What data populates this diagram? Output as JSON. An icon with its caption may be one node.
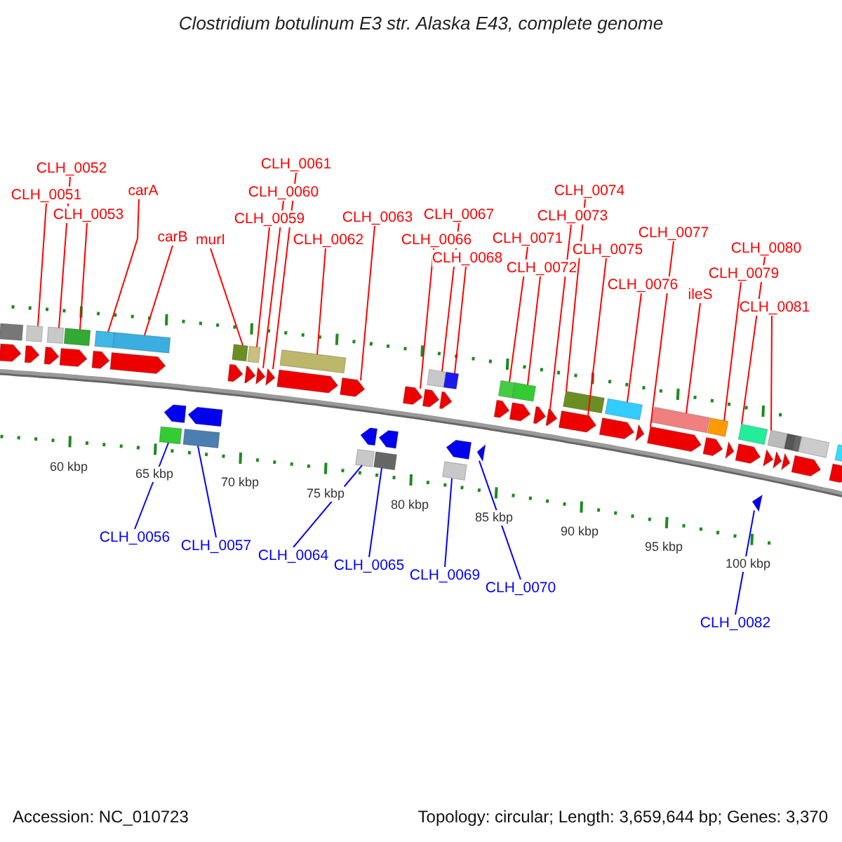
{
  "diagram": {
    "title": "Clostridium botulinum E3 str. Alaska E43, complete genome",
    "nodes": [
      {
        "text": [
          "CLH_0051"
        ]
      },
      {
        "text": [
          "CLH_0052"
        ]
      },
      {
        "text": [
          "CLH_0053"
        ]
      },
      {
        "text": [
          "carA"
        ]
      },
      {
        "text": [
          "carB"
        ]
      },
      {
        "text": [
          "murI"
        ]
      },
      {
        "text": [
          "CLH_0059"
        ]
      },
      {
        "text": [
          "CLH_0060"
        ]
      },
      {
        "text": [
          "CLH_0061"
        ]
      },
      {
        "text": [
          "CLH_0062"
        ]
      },
      {
        "text": [
          "CLH_0063"
        ]
      },
      {
        "text": [
          "CLH_0066"
        ]
      },
      {
        "text": [
          "CLH_0067"
        ]
      },
      {
        "text": [
          "CLH_0068"
        ]
      },
      {
        "text": [
          "CLH_0071"
        ]
      },
      {
        "text": [
          "CLH_0072"
        ]
      },
      {
        "text": [
          "CLH_0073"
        ]
      },
      {
        "text": [
          "CLH_0074"
        ]
      },
      {
        "text": [
          "CLH_0075"
        ]
      },
      {
        "text": [
          "CLH_0076"
        ]
      },
      {
        "text": [
          "CLH_0077"
        ]
      },
      {
        "text": [
          "ileS"
        ]
      },
      {
        "text": [
          "CLH_0079"
        ]
      },
      {
        "text": [
          "CLH_0080"
        ]
      },
      {
        "text": [
          "CLH_0081"
        ]
      },
      {
        "text": [
          "CLH_0056"
        ]
      },
      {
        "text": [
          "CLH_0057"
        ]
      },
      {
        "text": [
          "CLH_0064"
        ]
      },
      {
        "text": [
          "CLH_0065"
        ]
      },
      {
        "text": [
          "CLH_0069"
        ]
      },
      {
        "text": [
          "CLH_0070"
        ]
      },
      {
        "text": [
          "CLH_0082"
        ]
      },
      {
        "text": [],
        "shape": "arrow"
      },
      {
        "text": [],
        "shape": "box"
      },
      {
        "text": [],
        "shape": "arrow"
      },
      {
        "text": [],
        "shape": "box"
      },
      {
        "text": [],
        "shape": "arrow"
      },
      {
        "text": [],
        "shape": "box"
      },
      {
        "text": [],
        "shape": "arrow"
      },
      {
        "text": [],
        "shape": "box"
      },
      {
        "text": [],
        "shape": "arrow"
      },
      {
        "text": [],
        "shape": "box"
      },
      {
        "text": [],
        "shape": "arrow"
      },
      {
        "text": [],
        "shape": "box"
      },
      {
        "text": [],
        "shape": "box"
      },
      {
        "text": [],
        "shape": "arrow"
      },
      {
        "text": [],
        "shape": "box"
      },
      {
        "text": [],
        "shape": "arrow"
      },
      {
        "text": [],
        "shape": "arrow"
      },
      {
        "text": [],
        "shape": "box"
      },
      {
        "text": [],
        "shape": "arrow"
      },
      {
        "text": [],
        "shape": "box"
      },
      {
        "text": [],
        "shape": "arrow"
      },
      {
        "text": [],
        "shape": "arrow"
      },
      {
        "text": [],
        "shape": "arrow"
      },
      {
        "text": [],
        "shape": "box"
      },
      {
        "text": [],
        "shape": "arrow"
      },
      {
        "text": [],
        "shape": "box"
      },
      {
        "text": [],
        "shape": "arrow"
      },
      {
        "text": [],
        "shape": "box"
      },
      {
        "text": [],
        "shape": "arrow"
      },
      {
        "text": [],
        "shape": "arrow"
      },
      {
        "text": [],
        "shape": "arrow"
      },
      {
        "text": [],
        "shape": "box"
      },
      {
        "text": [],
        "shape": "arrow"
      },
      {
        "text": [],
        "shape": "box"
      },
      {
        "text": [],
        "shape": "box"
      },
      {
        "text": [],
        "shape": "arrow"
      },
      {
        "text": [],
        "shape": "arrow"
      },
      {
        "text": [],
        "shape": "arrow"
      },
      {
        "text": [],
        "shape": "box"
      },
      {
        "text": [],
        "shape": "arrow"
      },
      {
        "text": [],
        "shape": "box"
      },
      {
        "text": [],
        "shape": "arrow"
      },
      {
        "text": [],
        "shape": "arrow"
      },
      {
        "text": [],
        "shape": "arrow"
      },
      {
        "text": [],
        "shape": "box"
      },
      {
        "text": [],
        "shape": "arrow"
      },
      {
        "text": [],
        "shape": "box"
      },
      {
        "text": [],
        "shape": "arrow"
      },
      {
        "text": [],
        "shape": "arrow"
      },
      {
        "text": [],
        "shape": "box"
      },
      {
        "text": [],
        "shape": "arrow"
      },
      {
        "text": [],
        "shape": "box"
      },
      {
        "text": [],
        "shape": "arrow"
      },
      {
        "text": [],
        "shape": "arrow"
      },
      {
        "text": [],
        "shape": "box"
      },
      {
        "text": [],
        "shape": "arrow"
      },
      {
        "text": [],
        "shape": "arrow"
      },
      {
        "text": [],
        "shape": "box"
      },
      {
        "text": [],
        "shape": "arrow"
      },
      {
        "text": [],
        "shape": "arrow"
      },
      {
        "text": [],
        "shape": "box"
      },
      {
        "text": [],
        "shape": "box"
      },
      {
        "text": [],
        "shape": "arrow"
      },
      {
        "text": [],
        "shape": "box"
      },
      {
        "text": [],
        "shape": "arrow"
      },
      {
        "text": [],
        "shape": "box"
      }
    ],
    "edges": [
      {
        "from": 0,
        "to": 35,
        "arrow": "none"
      },
      {
        "from": 1,
        "to": 37,
        "arrow": "none"
      },
      {
        "from": 2,
        "to": 39,
        "arrow": "none"
      },
      {
        "from": 3,
        "to": 41,
        "arrow": "none"
      },
      {
        "from": 4,
        "to": 43,
        "arrow": "none"
      },
      {
        "from": 5,
        "to": 49,
        "arrow": "none"
      },
      {
        "from": 6,
        "to": 51,
        "arrow": "none"
      },
      {
        "from": 7,
        "to": 52,
        "arrow": "none"
      },
      {
        "from": 8,
        "to": 53,
        "arrow": "none"
      },
      {
        "from": 9,
        "to": 55,
        "arrow": "none"
      },
      {
        "from": 10,
        "to": 56,
        "arrow": "none"
      },
      {
        "from": 11,
        "to": 61,
        "arrow": "none"
      },
      {
        "from": 12,
        "to": 63,
        "arrow": "none"
      },
      {
        "from": 13,
        "to": 65,
        "arrow": "none"
      },
      {
        "from": 14,
        "to": 70,
        "arrow": "none"
      },
      {
        "from": 15,
        "to": 72,
        "arrow": "none"
      },
      {
        "from": 16,
        "to": 74,
        "arrow": "none"
      },
      {
        "from": 17,
        "to": 76,
        "arrow": "none"
      },
      {
        "from": 18,
        "to": 75,
        "arrow": "none"
      },
      {
        "from": 19,
        "to": 78,
        "arrow": "none"
      },
      {
        "from": 20,
        "to": 80,
        "arrow": "none"
      },
      {
        "from": 21,
        "to": 81,
        "arrow": "none"
      },
      {
        "from": 22,
        "to": 83,
        "arrow": "none"
      },
      {
        "from": 23,
        "to": 86,
        "arrow": "none"
      },
      {
        "from": 24,
        "to": 89,
        "arrow": "none"
      },
      {
        "from": 25,
        "to": 44,
        "arrow": "none",
        "color": "#0000ff"
      },
      {
        "from": 26,
        "to": 46,
        "arrow": "none",
        "color": "#0000ff"
      },
      {
        "from": 27,
        "to": 57,
        "arrow": "none",
        "color": "#0000ff"
      },
      {
        "from": 28,
        "to": 59,
        "arrow": "none",
        "color": "#0000ff"
      },
      {
        "from": 29,
        "to": 66,
        "arrow": "none",
        "color": "#0000ff"
      },
      {
        "from": 30,
        "to": 68,
        "arrow": "none",
        "color": "#0000ff"
      },
      {
        "from": 31,
        "to": 87,
        "arrow": "none",
        "color": "#0000ff"
      }
    ],
    "labels": [
      "60 kbp",
      "65 kbp",
      "70 kbp",
      "75 kbp",
      "80 kbp",
      "85 kbp",
      "90 kbp",
      "95 kbp",
      "100 kbp",
      "Accession: NC_010723",
      "Topology: circular; Length: 3,659,644 bp; Genes: 3,370"
    ]
  }
}
